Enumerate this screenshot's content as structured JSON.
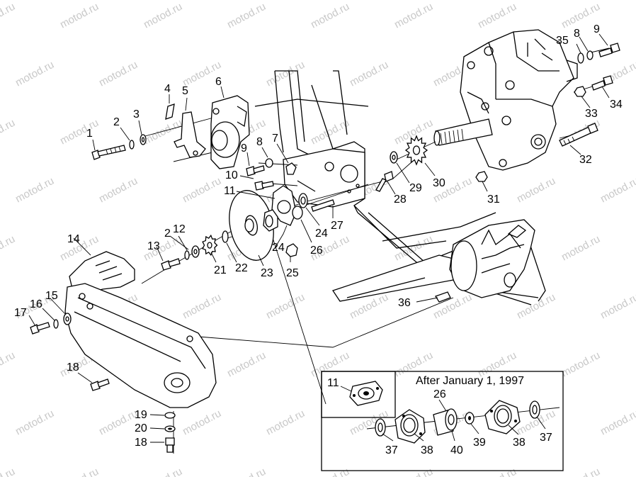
{
  "watermark": "motod.ru",
  "inset": {
    "caption": "After January 1, 1997"
  },
  "callouts": {
    "c1": "1",
    "c2a": "2",
    "c3": "3",
    "c4": "4",
    "c5": "5",
    "c6": "6",
    "c7": "7",
    "c8a": "8",
    "c9a": "9",
    "c10": "10",
    "c11": "11",
    "c12": "12",
    "c13": "13",
    "c14": "14",
    "c15": "15",
    "c16": "16",
    "c17": "17",
    "c18a": "18",
    "c18b": "18",
    "c19": "19",
    "c20": "20",
    "c2b": "2",
    "c21": "21",
    "c22": "22",
    "c23": "23",
    "c24a": "24",
    "c24b": "24",
    "c25": "25",
    "c26": "26",
    "c27": "27",
    "c28": "28",
    "c29": "29",
    "c30": "30",
    "c31": "31",
    "c32": "32",
    "c33": "33",
    "c34": "34",
    "c35": "35",
    "c8b": "8",
    "c9b": "9",
    "c36": "36",
    "i11": "11",
    "i26": "26",
    "i37a": "37",
    "i38a": "38",
    "i40": "40",
    "i39": "39",
    "i38b": "38",
    "i37b": "37"
  }
}
